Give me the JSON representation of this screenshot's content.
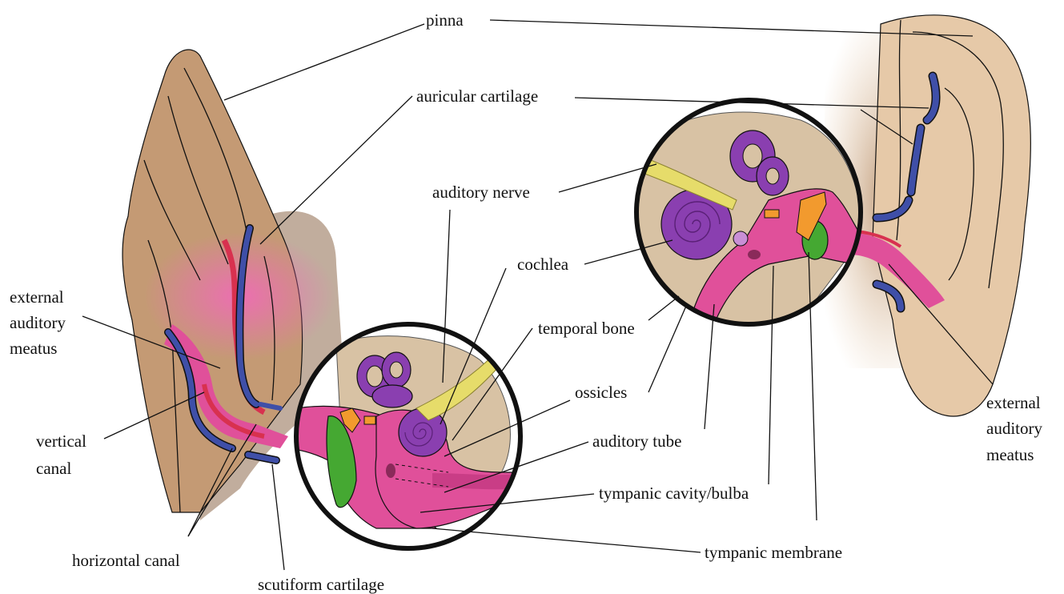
{
  "labels": {
    "pinna": "pinna",
    "auricular_cartilage": "auricular cartilage",
    "auditory_nerve": "auditory nerve",
    "cochlea": "cochlea",
    "temporal_bone": "temporal bone",
    "ossicles": "ossicles",
    "auditory_tube": "auditory tube",
    "tympanic_cavity": "tympanic cavity/bulba",
    "tympanic_membrane": "tympanic membrane",
    "ext_meatus_left": [
      "external",
      "auditory",
      "meatus"
    ],
    "ext_meatus_right": [
      "external",
      "auditory",
      "meatus"
    ],
    "vertical_canal": [
      "vertical",
      "canal"
    ],
    "horizontal_canal": "horizontal canal",
    "scutiform_cartilage": "scutiform cartilage"
  },
  "colors": {
    "skin": "#c49a74",
    "skin_light": "#e6c9a8",
    "canal_pink": "#e0509a",
    "canal_red": "#d8314f",
    "cartilage_blue": "#3f4fa8",
    "cochlea_purple": "#8a3fb0",
    "nerve_yellow": "#e6dc6a",
    "ossicle_orange": "#f29a2e",
    "membrane_green": "#45a832",
    "bone_beige": "#d8c2a4"
  }
}
